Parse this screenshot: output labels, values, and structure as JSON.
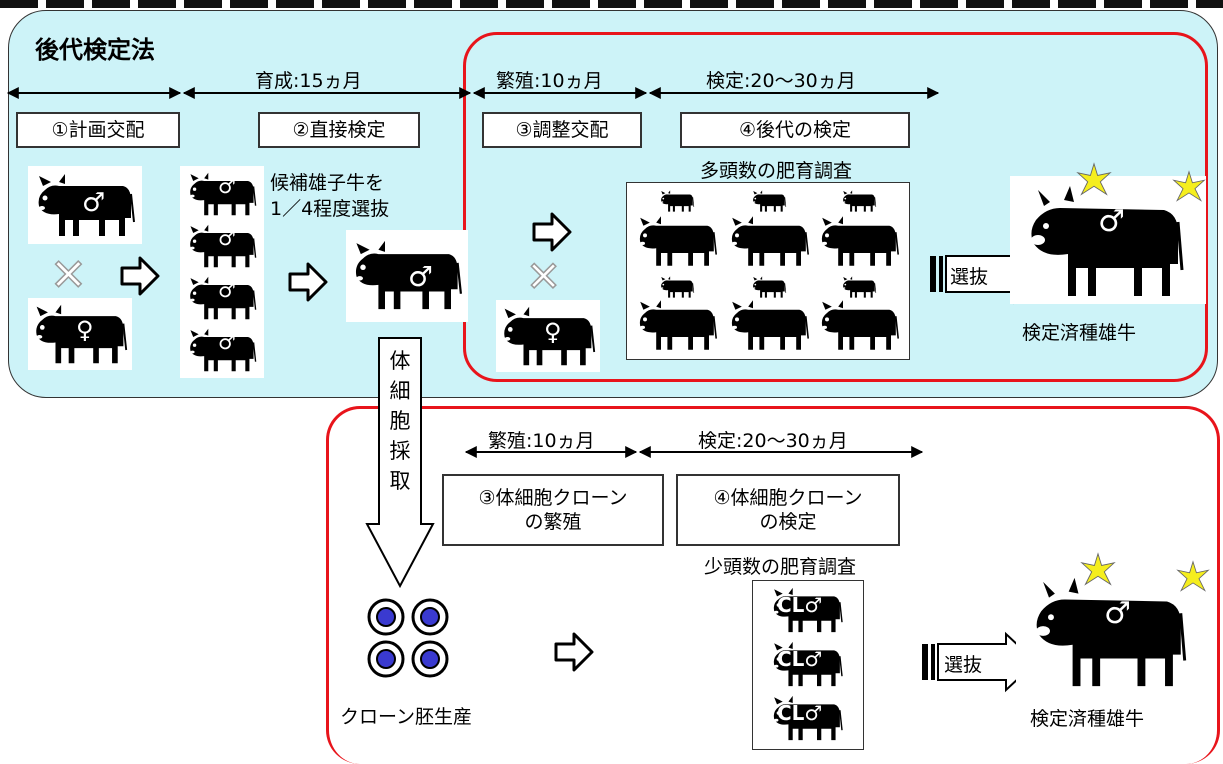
{
  "title": "後代検定法",
  "timeline_top": {
    "ikusei": "育成:15ヵ月",
    "hanshoku": "繁殖:10ヵ月",
    "kentei": "検定:20〜30ヵ月"
  },
  "steps_top": {
    "s1": "①計画交配",
    "s2": "②直接検定",
    "s3": "③調整交配",
    "s4": "④後代の検定"
  },
  "candidate_line1": "候補雄子牛を",
  "candidate_line2": "1／4程度選抜",
  "many_fattening": "多頭数の肥育調査",
  "selection": "選抜",
  "proven_bull": "検定済種雄牛",
  "somatic_vertical": [
    "体",
    "細",
    "胞",
    "採",
    "取"
  ],
  "timeline_bottom": {
    "hanshoku": "繁殖:10ヵ月",
    "kentei": "検定:20〜30ヵ月"
  },
  "steps_bottom": {
    "s3_line1": "③体細胞クローン",
    "s3_line2": "の繁殖",
    "s4_line1": "④体細胞クローン",
    "s4_line2": "の検定"
  },
  "few_fattening": "少頭数の肥育調査",
  "clone_embryo": "クローン胚生産",
  "male_symbol": "♂",
  "female_symbol": "♀",
  "cross_symbol": "✕",
  "clone_tag": "CL♂",
  "colors": {
    "panel_blue": "#cdf3f8",
    "frame_red": "#e8141b",
    "star_yellow": "#f5ee1e",
    "embryo_blue": "#3a3ad0"
  }
}
